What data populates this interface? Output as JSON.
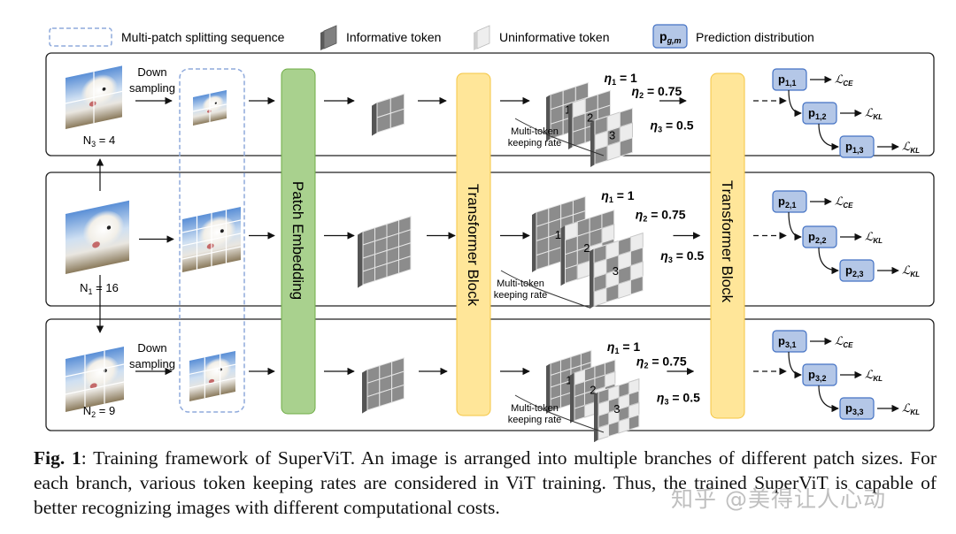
{
  "legend": {
    "splitting": "Multi-patch splitting sequence",
    "informative": "Informative token",
    "uninformative": "Uninformative token",
    "prediction_symbol": "p",
    "prediction_sub": "g,m",
    "prediction": "Prediction distribution"
  },
  "blocks": {
    "patch_embedding": "Patch Embedding",
    "transformer_1": "Transformer Block",
    "transformer_2": "Transformer Block"
  },
  "branches": [
    {
      "id": "n3",
      "n_label": "N",
      "n_sub": "3",
      "n_value": "= 4",
      "down_sampling": [
        "Down",
        "sampling"
      ],
      "grid": 2,
      "preds": [
        {
          "p_sub": "1,1",
          "loss_sub": "CE"
        },
        {
          "p_sub": "1,2",
          "loss_sub": "KL"
        },
        {
          "p_sub": "1,3",
          "loss_sub": "KL"
        }
      ]
    },
    {
      "id": "n1",
      "n_label": "N",
      "n_sub": "1",
      "n_value": "= 16",
      "down_sampling": [],
      "grid": 4,
      "preds": [
        {
          "p_sub": "2,1",
          "loss_sub": "CE"
        },
        {
          "p_sub": "2,2",
          "loss_sub": "KL"
        },
        {
          "p_sub": "2,3",
          "loss_sub": "KL"
        }
      ]
    },
    {
      "id": "n2",
      "n_label": "N",
      "n_sub": "2",
      "n_value": "= 9",
      "down_sampling": [
        "Down",
        "sampling"
      ],
      "grid": 3,
      "preds": [
        {
          "p_sub": "3,1",
          "loss_sub": "CE"
        },
        {
          "p_sub": "3,2",
          "loss_sub": "KL"
        },
        {
          "p_sub": "3,3",
          "loss_sub": "KL"
        }
      ]
    }
  ],
  "keeping": {
    "eta": "η",
    "rates": [
      {
        "sub": "1",
        "value": "= 1"
      },
      {
        "sub": "2",
        "value": "= 0.75"
      },
      {
        "sub": "3",
        "value": "= 0.5"
      }
    ],
    "stack_labels": [
      "1",
      "2",
      "3"
    ],
    "label_line1": "Multi-token",
    "label_line2": "keeping rate"
  },
  "loss_symbol": "ℒ",
  "caption": {
    "bold": "Fig. 1",
    "text": ": Training framework of SuperViT. An image is arranged into multiple branches of different patch sizes. For each branch, various token keeping rates are considered in ViT training. Thus, the trained SuperViT is capable of better recognizing images with different computational costs."
  },
  "watermark": "知乎 @美得让人心动",
  "colors": {
    "patch_embedding_fill": "#a9d18e",
    "transformer_fill": "#ffe699",
    "pred_fill": "#b4c7e7",
    "pred_stroke": "#4472c4",
    "dashed_box": "#8faadc",
    "token_dark": "#808080",
    "token_light": "#e6e6e6"
  }
}
